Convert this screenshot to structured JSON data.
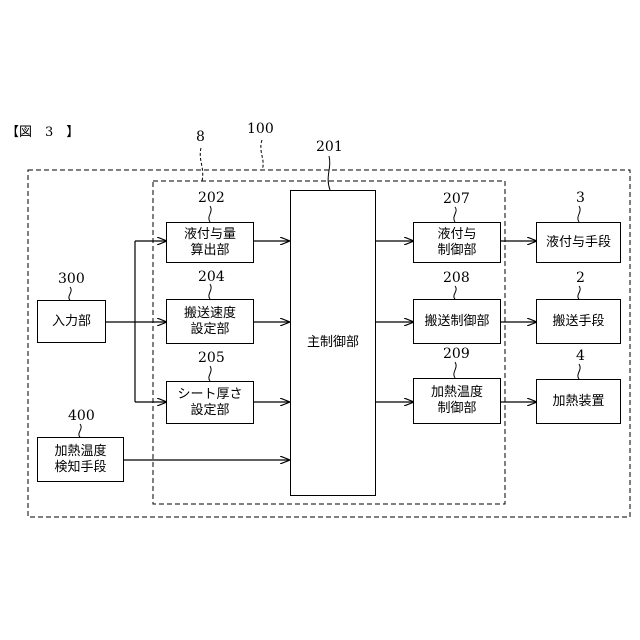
{
  "figure_label": "【図　3　】",
  "refs": {
    "r8": "8",
    "r100": "100",
    "r201": "201",
    "r202": "202",
    "r204": "204",
    "r205": "205",
    "r207": "207",
    "r208": "208",
    "r209": "209",
    "r300": "300",
    "r400": "400",
    "r3": "3",
    "r2": "2",
    "r4": "4"
  },
  "boxes": {
    "input_unit": "入力部",
    "heat_temp_detect": "加熱温度\n検知手段",
    "liquid_amount_calc": "液付与量\n算出部",
    "transport_speed_set": "搬送速度\n設定部",
    "sheet_thickness_set": "シート厚さ\n設定部",
    "main_control": "主制御部",
    "liquid_control": "液付与\n制御部",
    "transport_control": "搬送制御部",
    "heat_temp_control": "加熱温度\n制御部",
    "liquid_means": "液付与手段",
    "transport_means": "搬送手段",
    "heating_device": "加熱装置"
  }
}
